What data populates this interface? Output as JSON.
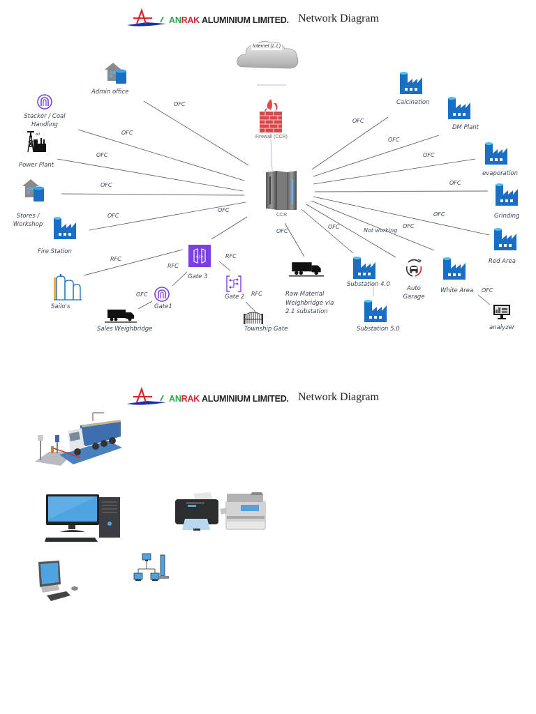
{
  "pages": [
    {
      "header": {
        "brand_prefix": "AN",
        "brand_mid": "RAK",
        "brand_rest": " ALUMINIUM LIMITED.",
        "title": "Network Diagram"
      }
    },
    {
      "header": {
        "brand_prefix": "AN",
        "brand_mid": "RAK",
        "brand_rest": " ALUMINIUM LIMITED.",
        "title": "Network Diagram"
      }
    }
  ],
  "diagram": {
    "internet": {
      "label": "Internet (L.L)",
      "icon": "cloud-icon"
    },
    "firewall": {
      "label": "Firewall (CCR)",
      "icon": "firewall-icon"
    },
    "core": {
      "label": "CCR",
      "icon": "server-rack-icon"
    },
    "nodes": [
      {
        "id": "admin-office",
        "label": "Admin office",
        "icon": "building-database-icon",
        "link": "OFC"
      },
      {
        "id": "stacker",
        "label": "Stacker / Coal Handling",
        "icon": "gateway-arch-icon",
        "link": "OFC"
      },
      {
        "id": "power-plant",
        "label": "Power Plant",
        "icon": "power-plant-icon",
        "link": "OFC"
      },
      {
        "id": "stores",
        "label": "Stores / Workshop",
        "icon": "building-database-icon",
        "link": "OFC"
      },
      {
        "id": "fire-station",
        "label": "Fire Station",
        "icon": "factory-icon",
        "link": "OFC"
      },
      {
        "id": "gate3",
        "label": "Gate 3",
        "icon": "api-gateway-icon",
        "link": "OFC"
      },
      {
        "id": "sailos",
        "label": "Sailo's",
        "icon": "silo-icon",
        "link": "RFC"
      },
      {
        "id": "gate1",
        "label": "Gate1",
        "icon": "gateway-arch-icon",
        "link": "RFC"
      },
      {
        "id": "sales-weighbridge",
        "label": "Sales Weighbridge",
        "icon": "truck-scale-icon",
        "link": "OFC"
      },
      {
        "id": "gate2",
        "label": "Gate 2",
        "icon": "circuit-icon",
        "link": "RFC"
      },
      {
        "id": "township-gate",
        "label": "Township Gate",
        "icon": "gate-icon",
        "link": "RFC"
      },
      {
        "id": "raw-material",
        "label": "Raw Material Weighbridge via 2.1 substation",
        "icon": "truck-scale-icon",
        "link": "OFC"
      },
      {
        "id": "substation4",
        "label": "Substation 4.0",
        "icon": "factory-icon",
        "link": "OFC"
      },
      {
        "id": "substation5",
        "label": "Substation 5.0",
        "icon": "factory-icon",
        "link": ""
      },
      {
        "id": "auto-garage",
        "label": "Auto Garage",
        "icon": "car-repair-icon",
        "link": "Not working"
      },
      {
        "id": "white-area",
        "label": "White Area",
        "icon": "factory-icon",
        "link": "OFC"
      },
      {
        "id": "analyzer",
        "label": "analyzer",
        "icon": "monitor-dashboard-icon",
        "link": "OFC"
      },
      {
        "id": "red-area",
        "label": "Red Area",
        "icon": "factory-icon",
        "link": "OFC"
      },
      {
        "id": "grinding",
        "label": "Grinding",
        "icon": "factory-icon",
        "link": "OFC"
      },
      {
        "id": "evaporation",
        "label": "evaporation",
        "icon": "factory-icon",
        "link": "OFC"
      },
      {
        "id": "dm-plant",
        "label": "DM Plant",
        "icon": "factory-icon",
        "link": "OFC"
      },
      {
        "id": "calcination",
        "label": "Calcination",
        "icon": "factory-icon",
        "link": "OFC"
      }
    ]
  },
  "legend_icons": [
    {
      "name": "weighbridge-truck-icon"
    },
    {
      "name": "desktop-computer-icon"
    },
    {
      "name": "printer-scanner-icon"
    },
    {
      "name": "all-in-one-computer-icon"
    },
    {
      "name": "network-topology-icon"
    }
  ],
  "colors": {
    "azure_blue": "#1a6fc4",
    "purple": "#7b3fe4",
    "firewall_red": "#d9474b",
    "line": "#555555",
    "label": "#3a4658"
  }
}
